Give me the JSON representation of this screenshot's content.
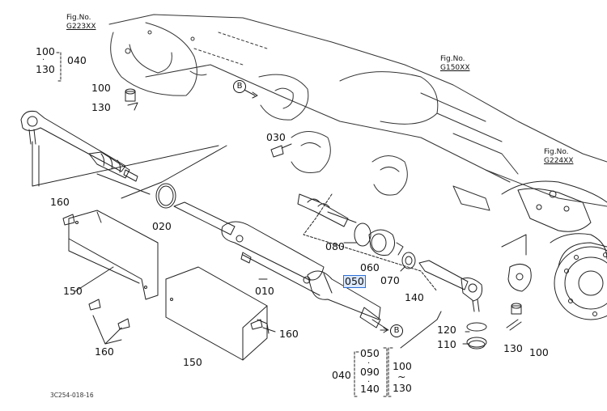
{
  "figure_refs": [
    {
      "prefix": "Fig.No.",
      "code": "G223XX"
    },
    {
      "prefix": "Fig.No.",
      "code": "G150XX"
    },
    {
      "prefix": "Fig.No.",
      "code": "G224XX"
    }
  ],
  "parts": {
    "p010": "010",
    "p020": "020",
    "p030": "030",
    "p050": "050",
    "p060": "060",
    "p070": "070",
    "p080": "080",
    "p100_left": "100",
    "p100_right": "100",
    "p110": "110",
    "p120": "120",
    "p130_left": "130",
    "p130_right": "130",
    "p140": "140",
    "p150_left": "150",
    "p150_right": "150",
    "p160_top": "160",
    "p160_mid": "160",
    "p160_bottom": "160"
  },
  "groups": {
    "left_040": {
      "a": "100",
      "sep": "·",
      "b": "130",
      "dash": "040"
    },
    "bottom_040": {
      "label": "040",
      "items": [
        "050",
        "090",
        "140"
      ],
      "sep": "·",
      "right_items": [
        "100",
        "~",
        "130"
      ]
    }
  },
  "callouts": {
    "b_top": "B",
    "b_bottom": "B"
  },
  "drawing_code": "3C254-018-16",
  "highlight_color": "#2a6fd6"
}
